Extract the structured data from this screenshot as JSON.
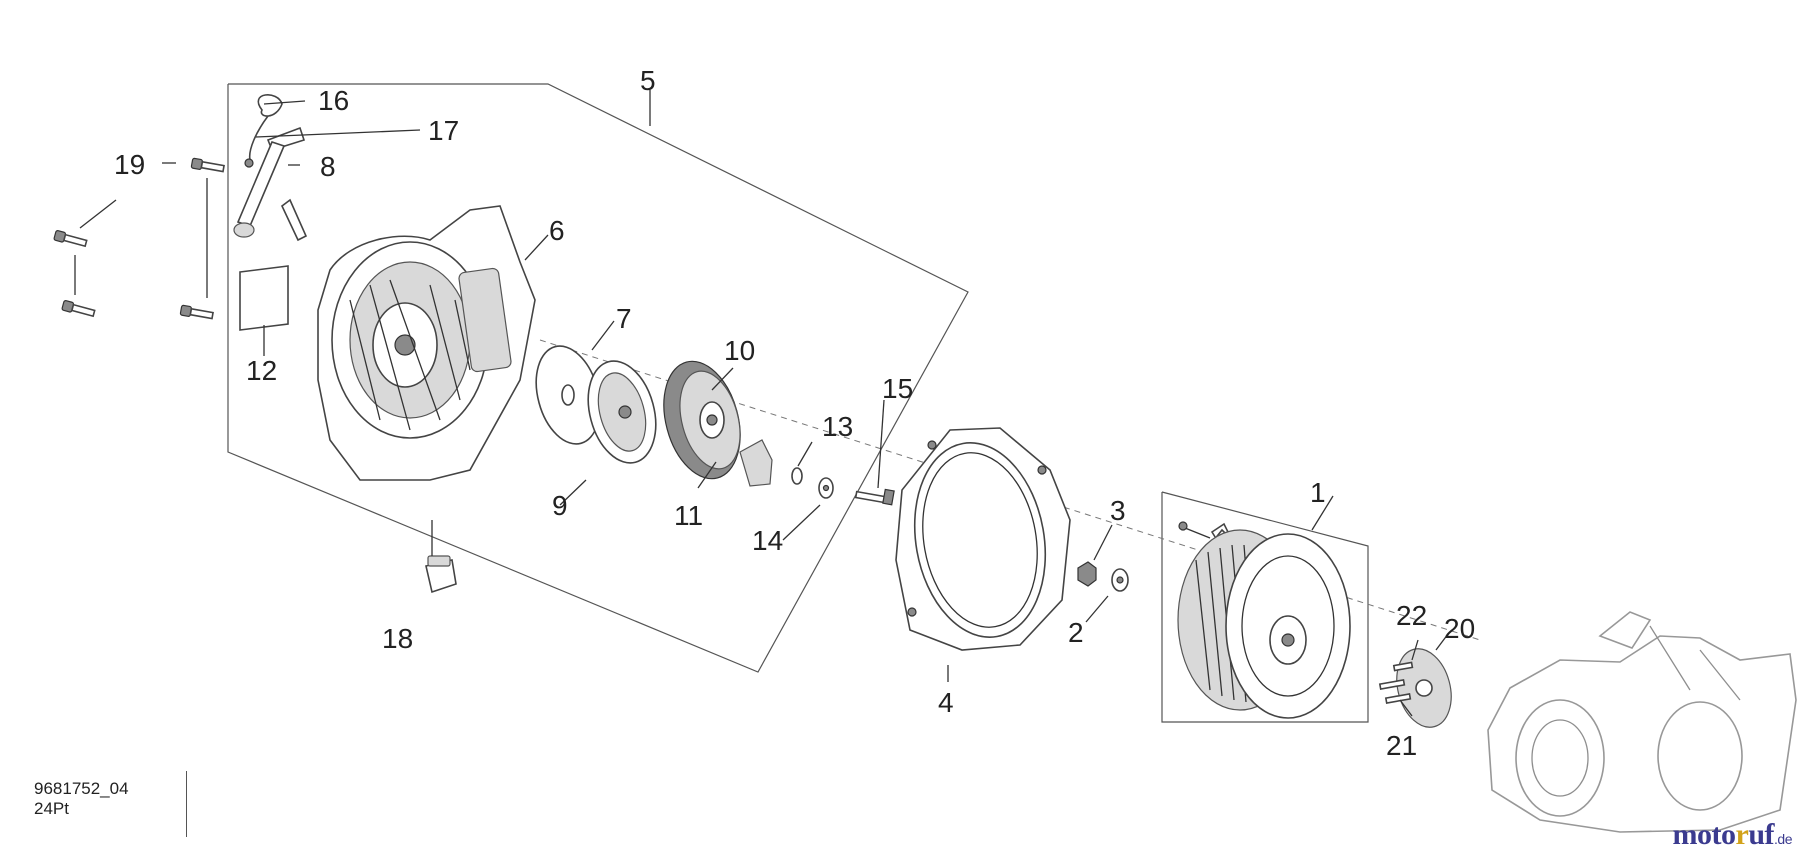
{
  "diagram": {
    "callouts": [
      "1",
      "2",
      "3",
      "4",
      "5",
      "6",
      "7",
      "8",
      "9",
      "10",
      "11",
      "12",
      "13",
      "14",
      "15",
      "16",
      "17",
      "18",
      "19",
      "20",
      "21",
      "22"
    ]
  },
  "footer": {
    "doc_code": "9681752_04",
    "page_ref": "24Pt"
  },
  "watermark": {
    "part1": "moto",
    "part2": "r",
    "part3": "uf",
    "part4": ".de",
    "colors": {
      "primary": "#3b3b8f",
      "accent": "#d2a21a"
    }
  }
}
